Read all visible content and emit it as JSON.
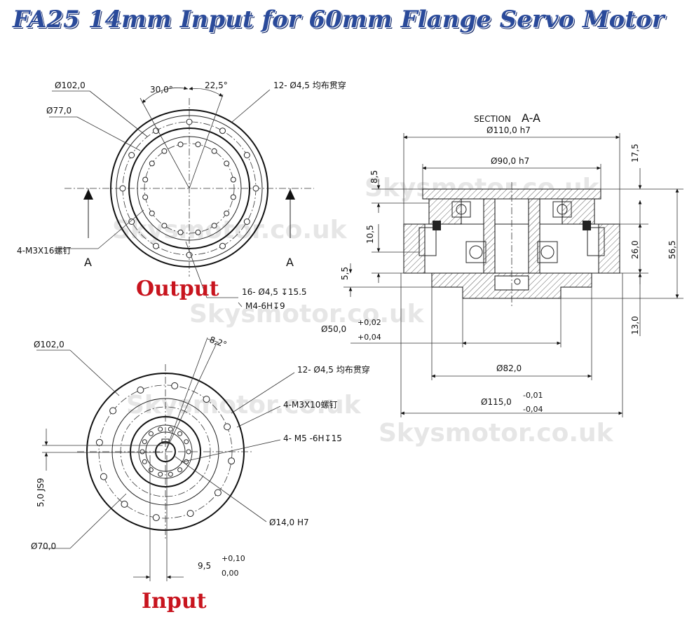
{
  "title": "FA25 14mm Input for 60mm Flange Servo Motor",
  "watermark": "Skysmotor.co.uk",
  "output_view": {
    "label": "Output",
    "dims": {
      "d102": "Ø102,0",
      "d77": "Ø77,0",
      "ang30": "30,0°",
      "ang225": "22,5°",
      "holes12": "12-  Ø4,5  均布贯穿",
      "screws": "4-M3X16螺钉",
      "holes16a": "16-  Ø4,5  ↧15.5",
      "holes16b": "M4-6H↧9",
      "sectionA_left": "A",
      "sectionA_right": "A"
    }
  },
  "input_view": {
    "label": "Input",
    "dims": {
      "d102": "Ø102,0",
      "ang82": "8,2°",
      "holes12": "12-  Ø4,5  均布贯穿",
      "screws": "4-M3X10螺钉",
      "m5": "4-  M5  -6H↧15",
      "key": "5,0  JS9",
      "d14": "Ø14,0  H7",
      "d70": "Ø70,0",
      "w95": "9,5",
      "tol_up": "+0,10",
      "tol_dn": "0,00"
    }
  },
  "section_view": {
    "section_label": "SECTION",
    "section_name": "A-A",
    "dims": {
      "d110": "Ø110,0  h7",
      "d90": "Ø90,0  h7",
      "h85": "8,5",
      "h105": "10,5",
      "h55": "5,5",
      "h175": "17,5",
      "h260": "26,0",
      "h565": "56,5",
      "h130": "13,0",
      "d50": "Ø50,0",
      "d50_tol_up": "+0,02",
      "d50_tol_dn": "+0,04",
      "d82": "Ø82,0",
      "d115": "Ø115,0",
      "d115_tol_up": "-0,01",
      "d115_tol_dn": "-0,04"
    }
  }
}
